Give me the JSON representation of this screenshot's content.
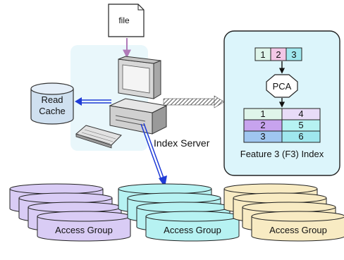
{
  "file_label": "file",
  "read_cache_label": [
    "Read",
    "Cache"
  ],
  "index_server_label": "Index Server",
  "pca_label": "PCA",
  "input_vector": [
    "1",
    "2",
    "3"
  ],
  "index_table": [
    [
      "1",
      "4"
    ],
    [
      "2",
      "5"
    ],
    [
      "3",
      "6"
    ]
  ],
  "index_panel_label": "Feature 3 (F3) Index",
  "access_group_label": "Access Group",
  "colors": {
    "group_purple": "#d9ccf5",
    "group_cyan": "#b6f2f2",
    "group_cream": "#f8ebc3",
    "panel_bg": "#dcf5fb",
    "arrow_blue": "#1f3bd6",
    "file_arrow": "#b07ab8",
    "cell_mint": "#dff5ea",
    "cell_pink": "#f2c7e6",
    "cell_cyan": "#9fe7ee",
    "cell_lavender": "#e8dcf8",
    "cell_purple": "#c7a3ee",
    "cell_blue": "#9fc6f0"
  }
}
